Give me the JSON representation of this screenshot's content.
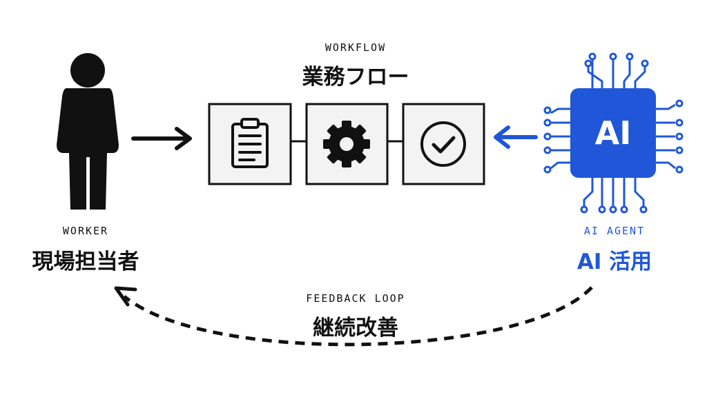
{
  "workflow": {
    "caption": "WORKFLOW",
    "title": "業務フロー"
  },
  "worker": {
    "caption": "WORKER",
    "title": "現場担当者"
  },
  "agent": {
    "caption": "AI AGENT",
    "title": "AI 活用",
    "chip_label": "AI"
  },
  "feedback": {
    "caption": "FEEDBACK LOOP",
    "title": "継続改善"
  },
  "steps": [
    {
      "icon": "clipboard-icon"
    },
    {
      "icon": "gear-icon"
    },
    {
      "icon": "check-circle-icon"
    }
  ],
  "colors": {
    "ink": "#111111",
    "accent": "#1f57d8",
    "box_fill": "#f3f3f3"
  }
}
